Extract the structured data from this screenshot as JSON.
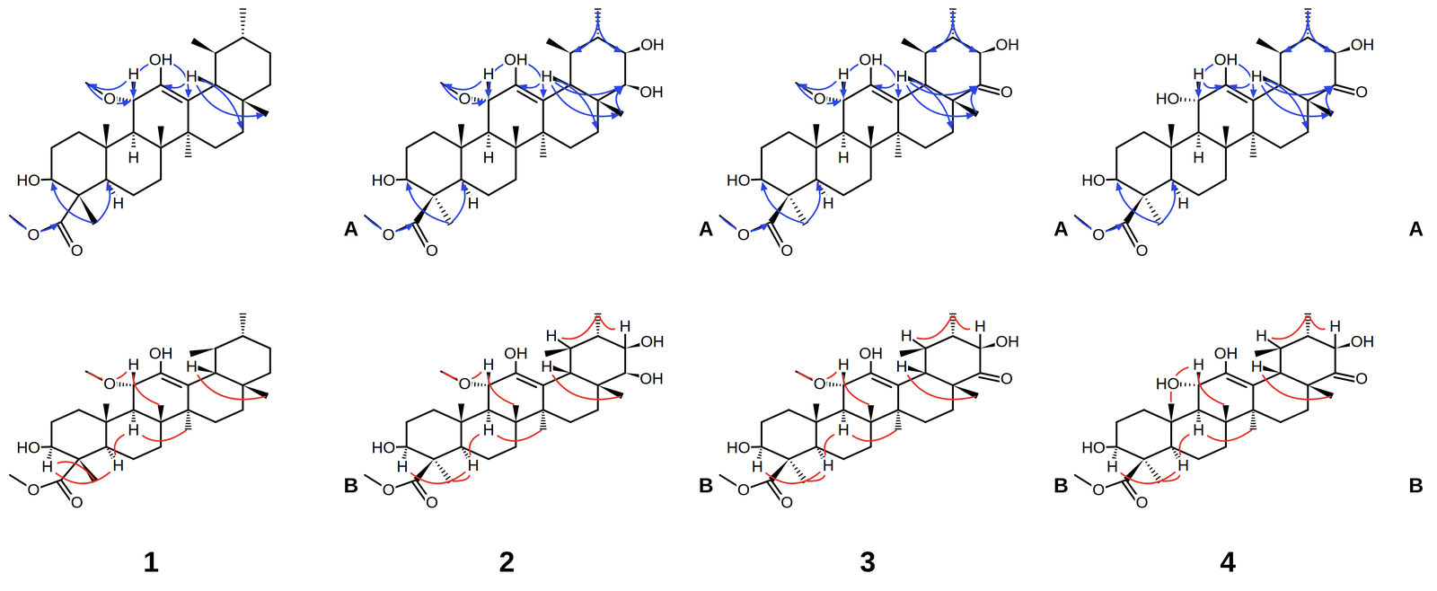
{
  "diagram": {
    "labels": [
      "OH",
      "H",
      "O",
      "H",
      "H",
      "HO",
      "H",
      "O",
      "O",
      "A",
      "OH",
      "H",
      "OH",
      "O",
      "H",
      "OH",
      "H",
      "HO",
      "H",
      "O",
      "O",
      "A",
      "OH",
      "H",
      "OH",
      "O",
      "H",
      "O",
      "H",
      "HO",
      "H",
      "O",
      "O",
      "A",
      "OH",
      "H",
      "OH",
      "HO",
      "H",
      "O",
      "H",
      "HO",
      "H",
      "O",
      "O",
      "A",
      "OH",
      "H",
      "O",
      "H",
      "H",
      "HO",
      "H",
      "H",
      "O",
      "O",
      "B",
      "OH",
      "H",
      "H",
      "H",
      "OH",
      "O",
      "H",
      "OH",
      "H",
      "HO",
      "H",
      "H",
      "O",
      "O",
      "B",
      "OH",
      "H",
      "H",
      "H",
      "OH",
      "O",
      "H",
      "O",
      "H",
      "HO",
      "H",
      "H",
      "O",
      "O",
      "B",
      "OH",
      "H",
      "H",
      "H",
      "OH",
      "HO",
      "H",
      "O",
      "H",
      "HO",
      "H",
      "H",
      "O",
      "O",
      "B",
      "1",
      "2",
      "3",
      "4"
    ]
  }
}
